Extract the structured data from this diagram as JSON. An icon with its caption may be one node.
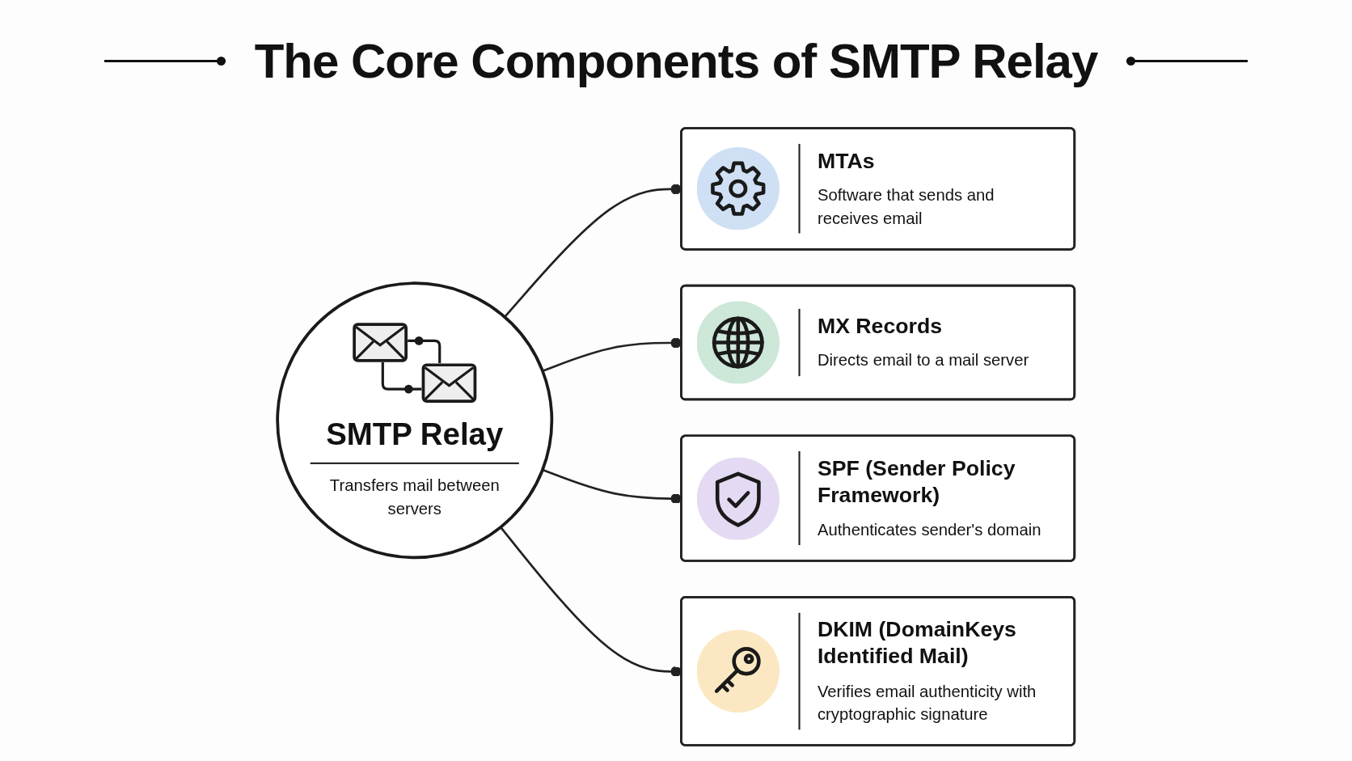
{
  "diagram": {
    "title": "The Core Components of SMTP Relay",
    "nodes": [
      {
        "text": [
          "MTAs",
          "Software that sends and receives email"
        ]
      },
      {
        "text": [
          "MX Records",
          "Directs email to a mail server"
        ]
      },
      {
        "text": [
          "SMTP Relay",
          "Transfers mail between servers"
        ]
      },
      {
        "text": [
          "SPF (Sender Policy Framework)",
          "Authenticates sender's domain"
        ]
      },
      {
        "text": [
          "DKIM (DomainKeys Identified Mail)",
          "Verifies email authenticity with cryptographic signature"
        ]
      }
    ],
    "edges": [
      {
        "from": 2,
        "to": 0,
        "arrow": "other"
      },
      {
        "from": 2,
        "to": 1,
        "arrow": "other"
      },
      {
        "from": 2,
        "to": 3,
        "arrow": "other"
      },
      {
        "from": 2,
        "to": 4,
        "arrow": "other"
      }
    ]
  }
}
